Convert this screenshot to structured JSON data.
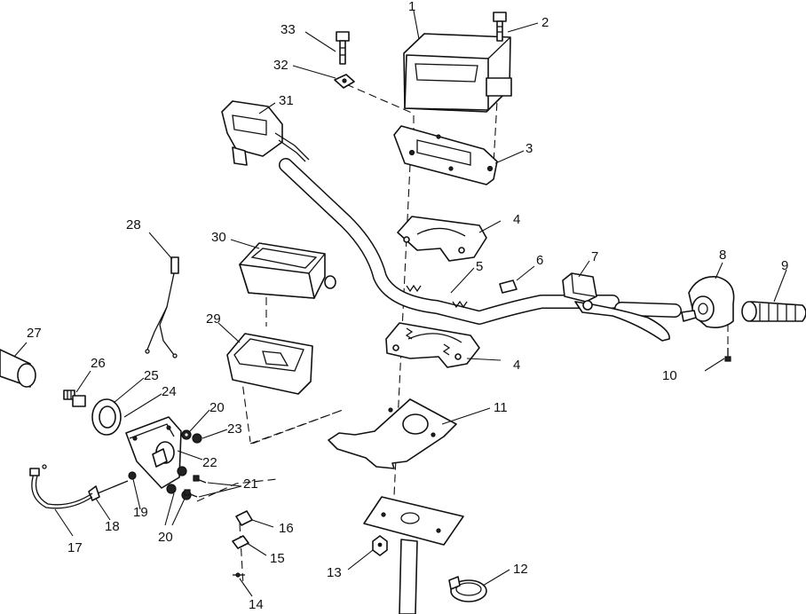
{
  "diagram": {
    "callouts": {
      "c1": "1",
      "c2": "2",
      "c3": "3",
      "c4a": "4",
      "c4b": "4",
      "c5": "5",
      "c6": "6",
      "c7": "7",
      "c8": "8",
      "c9": "9",
      "c10": "10",
      "c11": "11",
      "c12": "12",
      "c13": "13",
      "c14": "14",
      "c15": "15",
      "c16": "16",
      "c17": "17",
      "c18": "18",
      "c19": "19",
      "c20a": "20",
      "c20b": "20",
      "c21": "21",
      "c22": "22",
      "c23": "23",
      "c24": "24",
      "c25": "25",
      "c26": "26",
      "c27": "27",
      "c28": "28",
      "c29": "29",
      "c30": "30",
      "c31": "31",
      "c32": "32",
      "c33": "33"
    }
  }
}
